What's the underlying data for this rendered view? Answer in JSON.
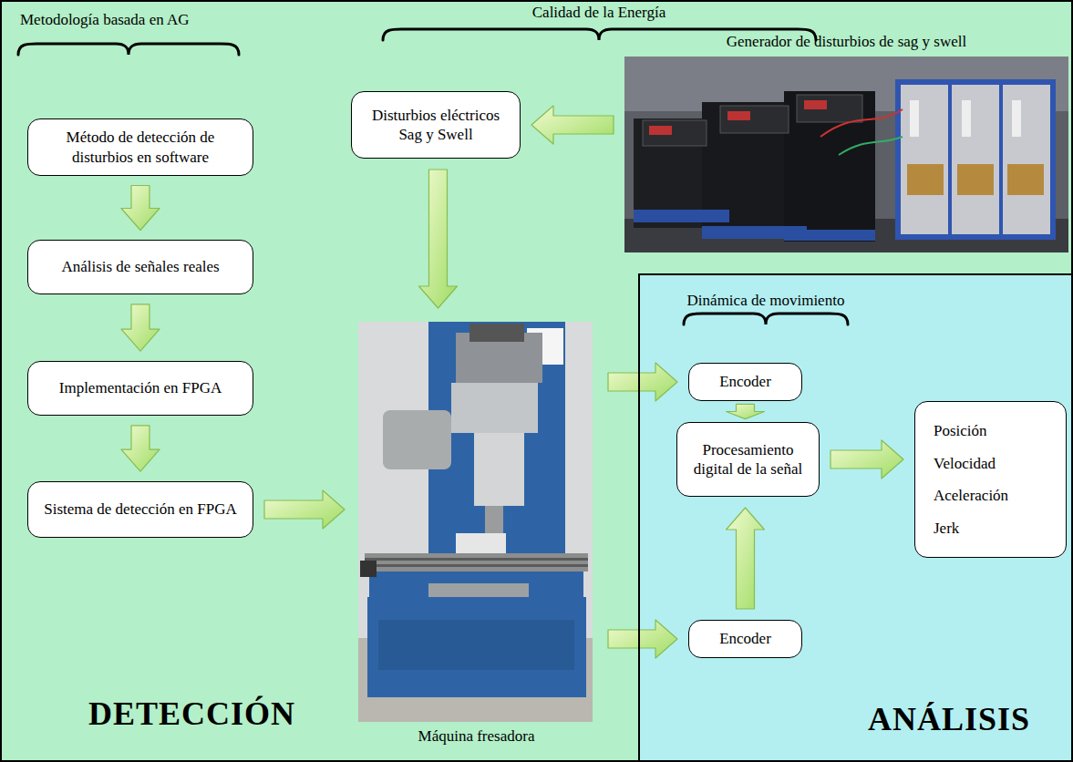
{
  "diagram": {
    "nodes": [
      {
        "text": [
          "Método de detección de disturbios en software"
        ]
      },
      {
        "text": [
          "Análisis de señales reales"
        ]
      },
      {
        "text": [
          "Implementación en FPGA"
        ]
      },
      {
        "text": [
          "Sistema de detección en FPGA"
        ]
      },
      {
        "text": [
          "Disturbios eléctricos Sag y Swell"
        ]
      },
      {
        "text": [
          "Generador de disturbios de sag y swell"
        ]
      },
      {
        "text": [
          "Máquina fresadora"
        ]
      },
      {
        "text": [
          "Dinámica de movimiento",
          "ANÁLISIS"
        ]
      },
      {
        "text": [
          "Encoder"
        ],
        "in": 7
      },
      {
        "text": [
          "Procesamiento digital de la señal"
        ],
        "in": 7
      },
      {
        "text": [
          "Encoder"
        ],
        "in": 7
      },
      {
        "text": [
          "Posición",
          "Velocidad",
          "Aceleración",
          "Jerk"
        ],
        "in": 7
      }
    ],
    "edges": [
      {
        "from": 0,
        "to": 1,
        "arrow": "to"
      },
      {
        "from": 1,
        "to": 2,
        "arrow": "to"
      },
      {
        "from": 2,
        "to": 3,
        "arrow": "to"
      },
      {
        "from": 3,
        "to": 6,
        "arrow": "to"
      },
      {
        "from": 5,
        "to": 4,
        "arrow": "to"
      },
      {
        "from": 4,
        "to": 6,
        "arrow": "to"
      },
      {
        "from": 6,
        "to": 8,
        "arrow": "to"
      },
      {
        "from": 6,
        "to": 10,
        "arrow": "to"
      },
      {
        "from": 8,
        "to": 9,
        "arrow": "to"
      },
      {
        "from": 10,
        "to": 9,
        "arrow": "to"
      },
      {
        "from": 9,
        "to": 11,
        "arrow": "to"
      }
    ],
    "labels": [
      "Metodología basada en AG",
      "Calidad de la Energía",
      "DETECCIÓN"
    ]
  }
}
